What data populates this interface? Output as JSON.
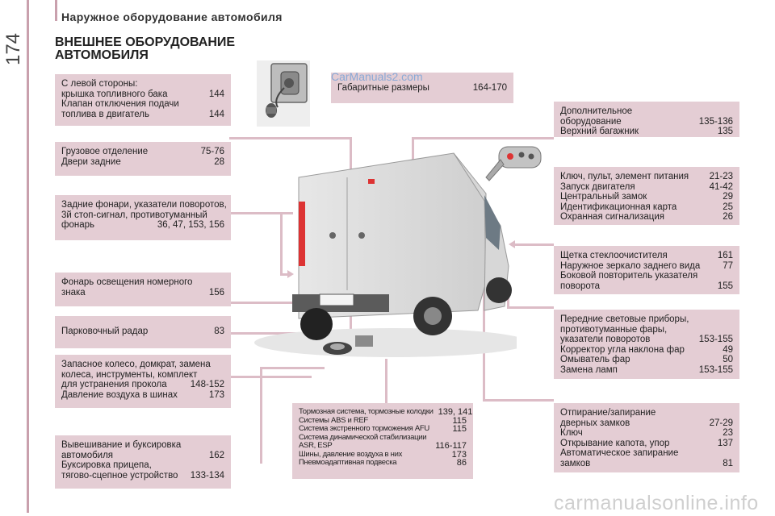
{
  "header": {
    "page_number": "174",
    "section": "Наружное оборудование автомобиля",
    "title_line1": "ВНЕШНЕЕ ОБОРУДОВАНИЕ",
    "title_line2": "АВТОМОБИЛЯ"
  },
  "watermarks": {
    "top": "CarManuals2.com",
    "bottom": "carmanualsonline.info"
  },
  "left_boxes": [
    {
      "lines": [
        [
          "С левой стороны:",
          ""
        ],
        [
          "крышка топливного бака",
          "144"
        ],
        [
          "Клапан отключения подачи",
          ""
        ],
        [
          "топлива в двигатель",
          "144"
        ]
      ]
    },
    {
      "lines": [
        [
          "Грузовое отделение",
          "75-76"
        ],
        [
          "Двери задние",
          "28"
        ]
      ]
    },
    {
      "lines": [
        [
          "Задние фонари, указатели поворотов,",
          ""
        ],
        [
          "3й стоп-сигнал, противотуманный",
          ""
        ],
        [
          "фонарь",
          "36, 47, 153, 156"
        ]
      ]
    },
    {
      "lines": [
        [
          "Фонарь освещения номерного",
          ""
        ],
        [
          "знака",
          "156"
        ]
      ]
    },
    {
      "lines": [
        [
          "Парковочный радар",
          "83"
        ]
      ]
    },
    {
      "lines": [
        [
          "Запасное колесо, домкрат, замена",
          ""
        ],
        [
          "колеса, инструменты, комплект",
          ""
        ],
        [
          "для устранения прокола",
          "148-152"
        ],
        [
          "Давление воздуха в шинах",
          "173"
        ]
      ]
    },
    {
      "lines": [
        [
          "Вывешивание и буксировка",
          ""
        ],
        [
          "автомобиля",
          "162"
        ],
        [
          "Буксировка прицепа,",
          ""
        ],
        [
          "тягово-сцепное устройство",
          "133-134"
        ]
      ]
    }
  ],
  "top_center_box": {
    "lines": [
      [
        "Габаритные размеры",
        "164-170"
      ]
    ]
  },
  "bottom_center_box": {
    "lines": [
      [
        "Тормозная система, тормозные колодки",
        "139, 141"
      ],
      [
        "Системы ABS и REF",
        "115"
      ],
      [
        "Система экстренного торможения AFU",
        "115"
      ],
      [
        "Система динамической стабилизации",
        ""
      ],
      [
        "ASR, ESP",
        "116-117"
      ],
      [
        "Шины, давление воздуха в них",
        "173"
      ],
      [
        "Пневмоадаптивная подвеска",
        "86"
      ]
    ]
  },
  "right_boxes": [
    {
      "lines": [
        [
          "Дополнительное",
          ""
        ],
        [
          "оборудование",
          "135-136"
        ],
        [
          "Верхний багажник",
          "135"
        ]
      ]
    },
    {
      "lines": [
        [
          "Ключ, пульт, элемент питания",
          "21-23"
        ],
        [
          "Запуск двигателя",
          "41-42"
        ],
        [
          "Центральный замок",
          "29"
        ],
        [
          "Идентификационная карта",
          "25"
        ],
        [
          "Охранная сигнализация",
          "26"
        ]
      ]
    },
    {
      "lines": [
        [
          "Щетка стеклоочистителя",
          "161"
        ],
        [
          "Наружное зеркало заднего вида",
          "77"
        ],
        [
          "Боковой повторитель указателя",
          ""
        ],
        [
          "поворота",
          "155"
        ]
      ]
    },
    {
      "lines": [
        [
          "Передние световые приборы,",
          ""
        ],
        [
          "противотуманные фары,",
          ""
        ],
        [
          "указатели поворотов",
          "153-155"
        ],
        [
          "Корректор угла наклона фар",
          "49"
        ],
        [
          "Омыватель фар",
          "50"
        ],
        [
          "Замена ламп",
          "153-155"
        ]
      ]
    },
    {
      "lines": [
        [
          "Отпирание/запирание",
          ""
        ],
        [
          "дверных замков",
          "27-29"
        ],
        [
          "Ключ",
          "23"
        ],
        [
          "Открывание капота, упор",
          "137"
        ],
        [
          "Автоматическое запирание",
          ""
        ],
        [
          "замков",
          "81"
        ]
      ]
    }
  ]
}
